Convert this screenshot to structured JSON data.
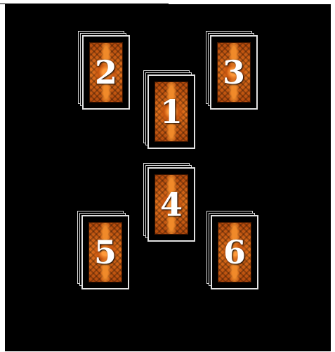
{
  "spread": {
    "cards": [
      {
        "label": "2"
      },
      {
        "label": "3"
      },
      {
        "label": "1"
      },
      {
        "label": "4"
      },
      {
        "label": "5"
      },
      {
        "label": "6"
      }
    ]
  },
  "colors": {
    "background": "#000000",
    "card_border": "#e2e2e2",
    "card_art": "#e0711c"
  },
  "icons": [
    "tarot-card-back"
  ]
}
